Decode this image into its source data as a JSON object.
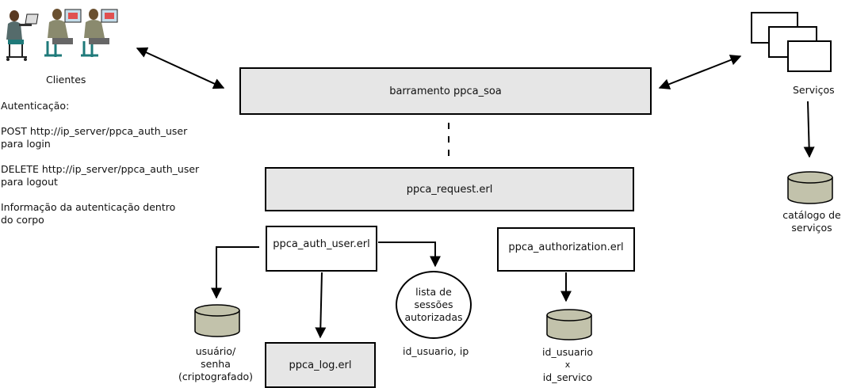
{
  "clients": {
    "label": "Clientes"
  },
  "auth": {
    "title": "Autenticação:",
    "post_line1": "POST http://ip_server/ppca_auth_user",
    "post_line2": "para login",
    "delete_line1": "DELETE http://ip_server/ppca_auth_user",
    "delete_line2": "para logout",
    "info_line1": "Informação da autenticação dentro",
    "info_line2": "do corpo"
  },
  "bus": {
    "label": "barramento ppca_soa"
  },
  "request": {
    "label": "ppca_request.erl"
  },
  "auth_user": {
    "label": "ppca_auth_user.erl"
  },
  "authorization": {
    "label": "ppca_authorization.erl"
  },
  "log": {
    "label": "ppca_log.erl"
  },
  "sessions": {
    "line1": "lista de",
    "line2": "sessões",
    "line3": "autorizadas",
    "caption": "id_usuario, ip"
  },
  "user_db": {
    "line1": "usuário/",
    "line2": "senha",
    "line3": "(criptografado)"
  },
  "authz_db": {
    "line1": "id_usuario",
    "line2": "x",
    "line3": "id_servico"
  },
  "services": {
    "label": "Serviços"
  },
  "catalog": {
    "line1": "catálogo de",
    "line2": "serviços"
  },
  "colors": {
    "db_fill": "#c2c2ab",
    "box_fill": "#e6e6e6"
  }
}
